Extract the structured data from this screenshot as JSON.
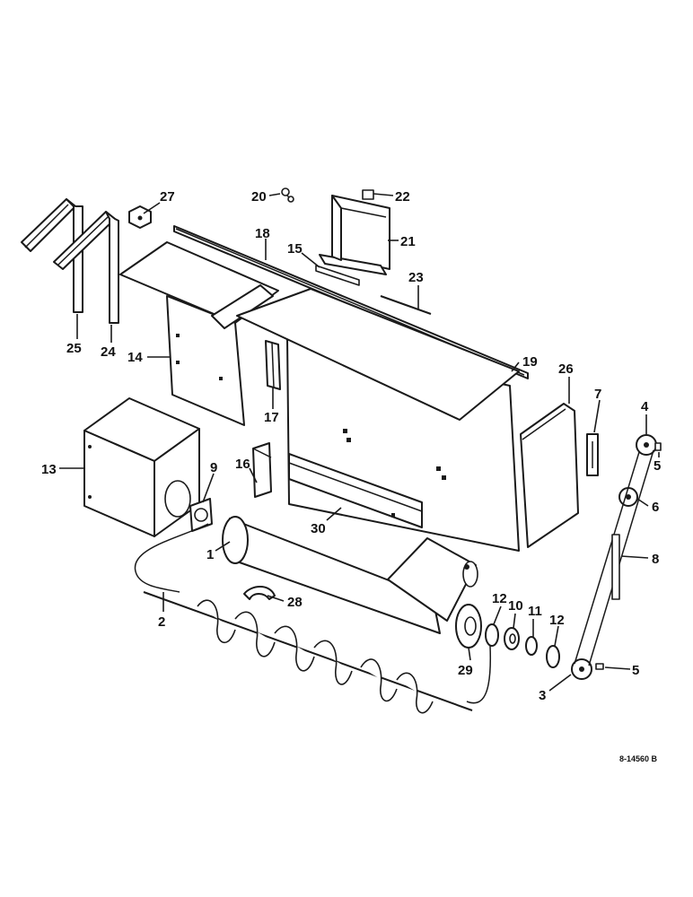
{
  "drawing_id": "8-14560 B",
  "callouts": [
    {
      "id": "c1",
      "label": "1"
    },
    {
      "id": "c2",
      "label": "2"
    },
    {
      "id": "c3",
      "label": "3"
    },
    {
      "id": "c4",
      "label": "4"
    },
    {
      "id": "c5a",
      "label": "5"
    },
    {
      "id": "c5b",
      "label": "5"
    },
    {
      "id": "c6",
      "label": "6"
    },
    {
      "id": "c7",
      "label": "7"
    },
    {
      "id": "c8",
      "label": "8"
    },
    {
      "id": "c9",
      "label": "9"
    },
    {
      "id": "c10",
      "label": "10"
    },
    {
      "id": "c11",
      "label": "11"
    },
    {
      "id": "c12a",
      "label": "12"
    },
    {
      "id": "c12b",
      "label": "12"
    },
    {
      "id": "c13",
      "label": "13"
    },
    {
      "id": "c14",
      "label": "14"
    },
    {
      "id": "c15",
      "label": "15"
    },
    {
      "id": "c16",
      "label": "16"
    },
    {
      "id": "c17",
      "label": "17"
    },
    {
      "id": "c18",
      "label": "18"
    },
    {
      "id": "c19",
      "label": "19"
    },
    {
      "id": "c20",
      "label": "20"
    },
    {
      "id": "c21",
      "label": "21"
    },
    {
      "id": "c22",
      "label": "22"
    },
    {
      "id": "c23",
      "label": "23"
    },
    {
      "id": "c24",
      "label": "24"
    },
    {
      "id": "c25",
      "label": "25"
    },
    {
      "id": "c26",
      "label": "26"
    },
    {
      "id": "c27",
      "label": "27"
    },
    {
      "id": "c28",
      "label": "28"
    },
    {
      "id": "c29",
      "label": "29"
    },
    {
      "id": "c30",
      "label": "30"
    }
  ]
}
